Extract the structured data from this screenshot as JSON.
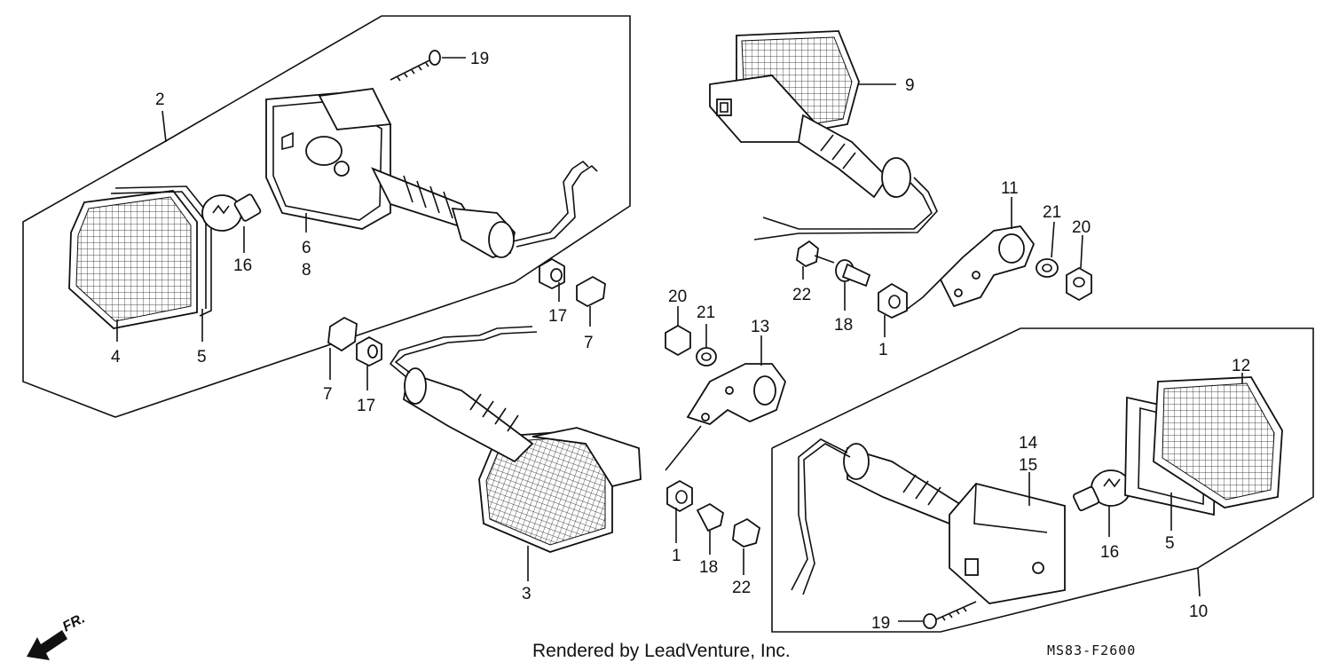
{
  "callouts": {
    "c2": "2",
    "c19a": "19",
    "c9": "9",
    "c11": "11",
    "c21a": "21",
    "c20a": "20",
    "c16a": "16",
    "c6": "6",
    "c8": "8",
    "c4": "4",
    "c5a": "5",
    "c17a": "17",
    "c7a": "7",
    "c22a": "22",
    "c18a": "18",
    "c1a": "1",
    "c20b": "20",
    "c21b": "21",
    "c13": "13",
    "c7b": "7",
    "c17b": "17",
    "c12": "12",
    "c14": "14",
    "c15": "15",
    "c16b": "16",
    "c5b": "5",
    "c3": "3",
    "c1b": "1",
    "c18b": "18",
    "c22b": "22",
    "c10": "10",
    "c19b": "19"
  },
  "direction_label": "FR.",
  "footer_credit": "Rendered by LeadVenture, Inc.",
  "diagram_code": "MS83-F2600"
}
